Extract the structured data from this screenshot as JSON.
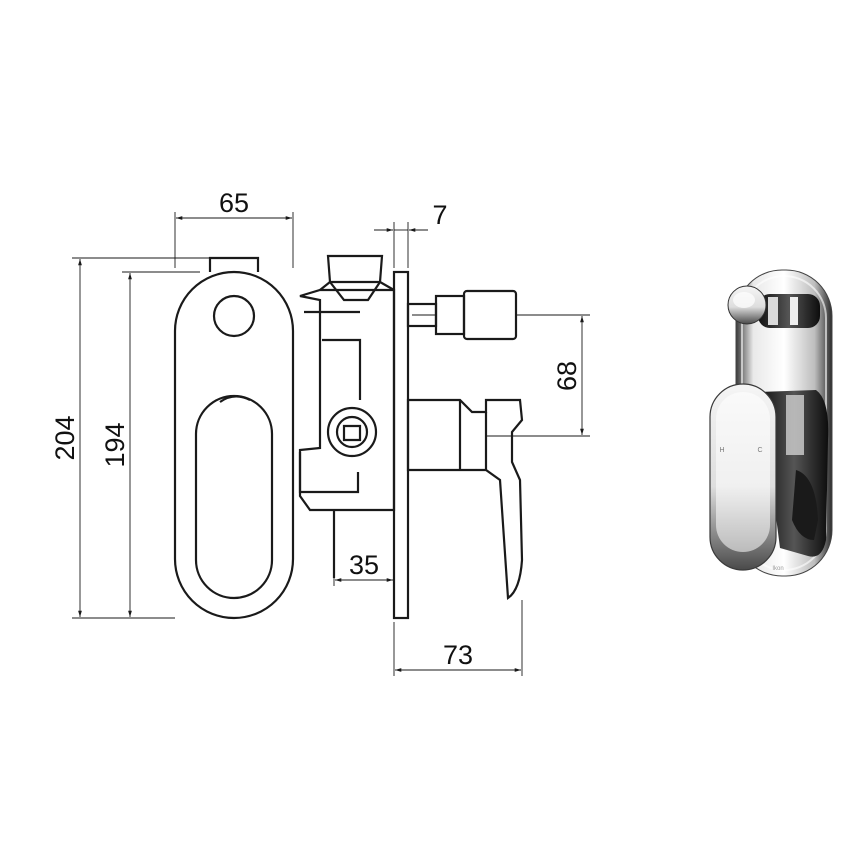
{
  "dimensions": {
    "width_65": "65",
    "height_204": "204",
    "height_194": "194",
    "plate_7": "7",
    "offset_68": "68",
    "body_35": "35",
    "depth_73": "73"
  },
  "product": {
    "hot_mark": "H",
    "cold_mark": "C",
    "brand_mark": "Ikon"
  },
  "colors": {
    "line": "#1a1a1a",
    "chrome_dark": "#2a2a2a",
    "chrome_light": "#f2f2f2"
  }
}
